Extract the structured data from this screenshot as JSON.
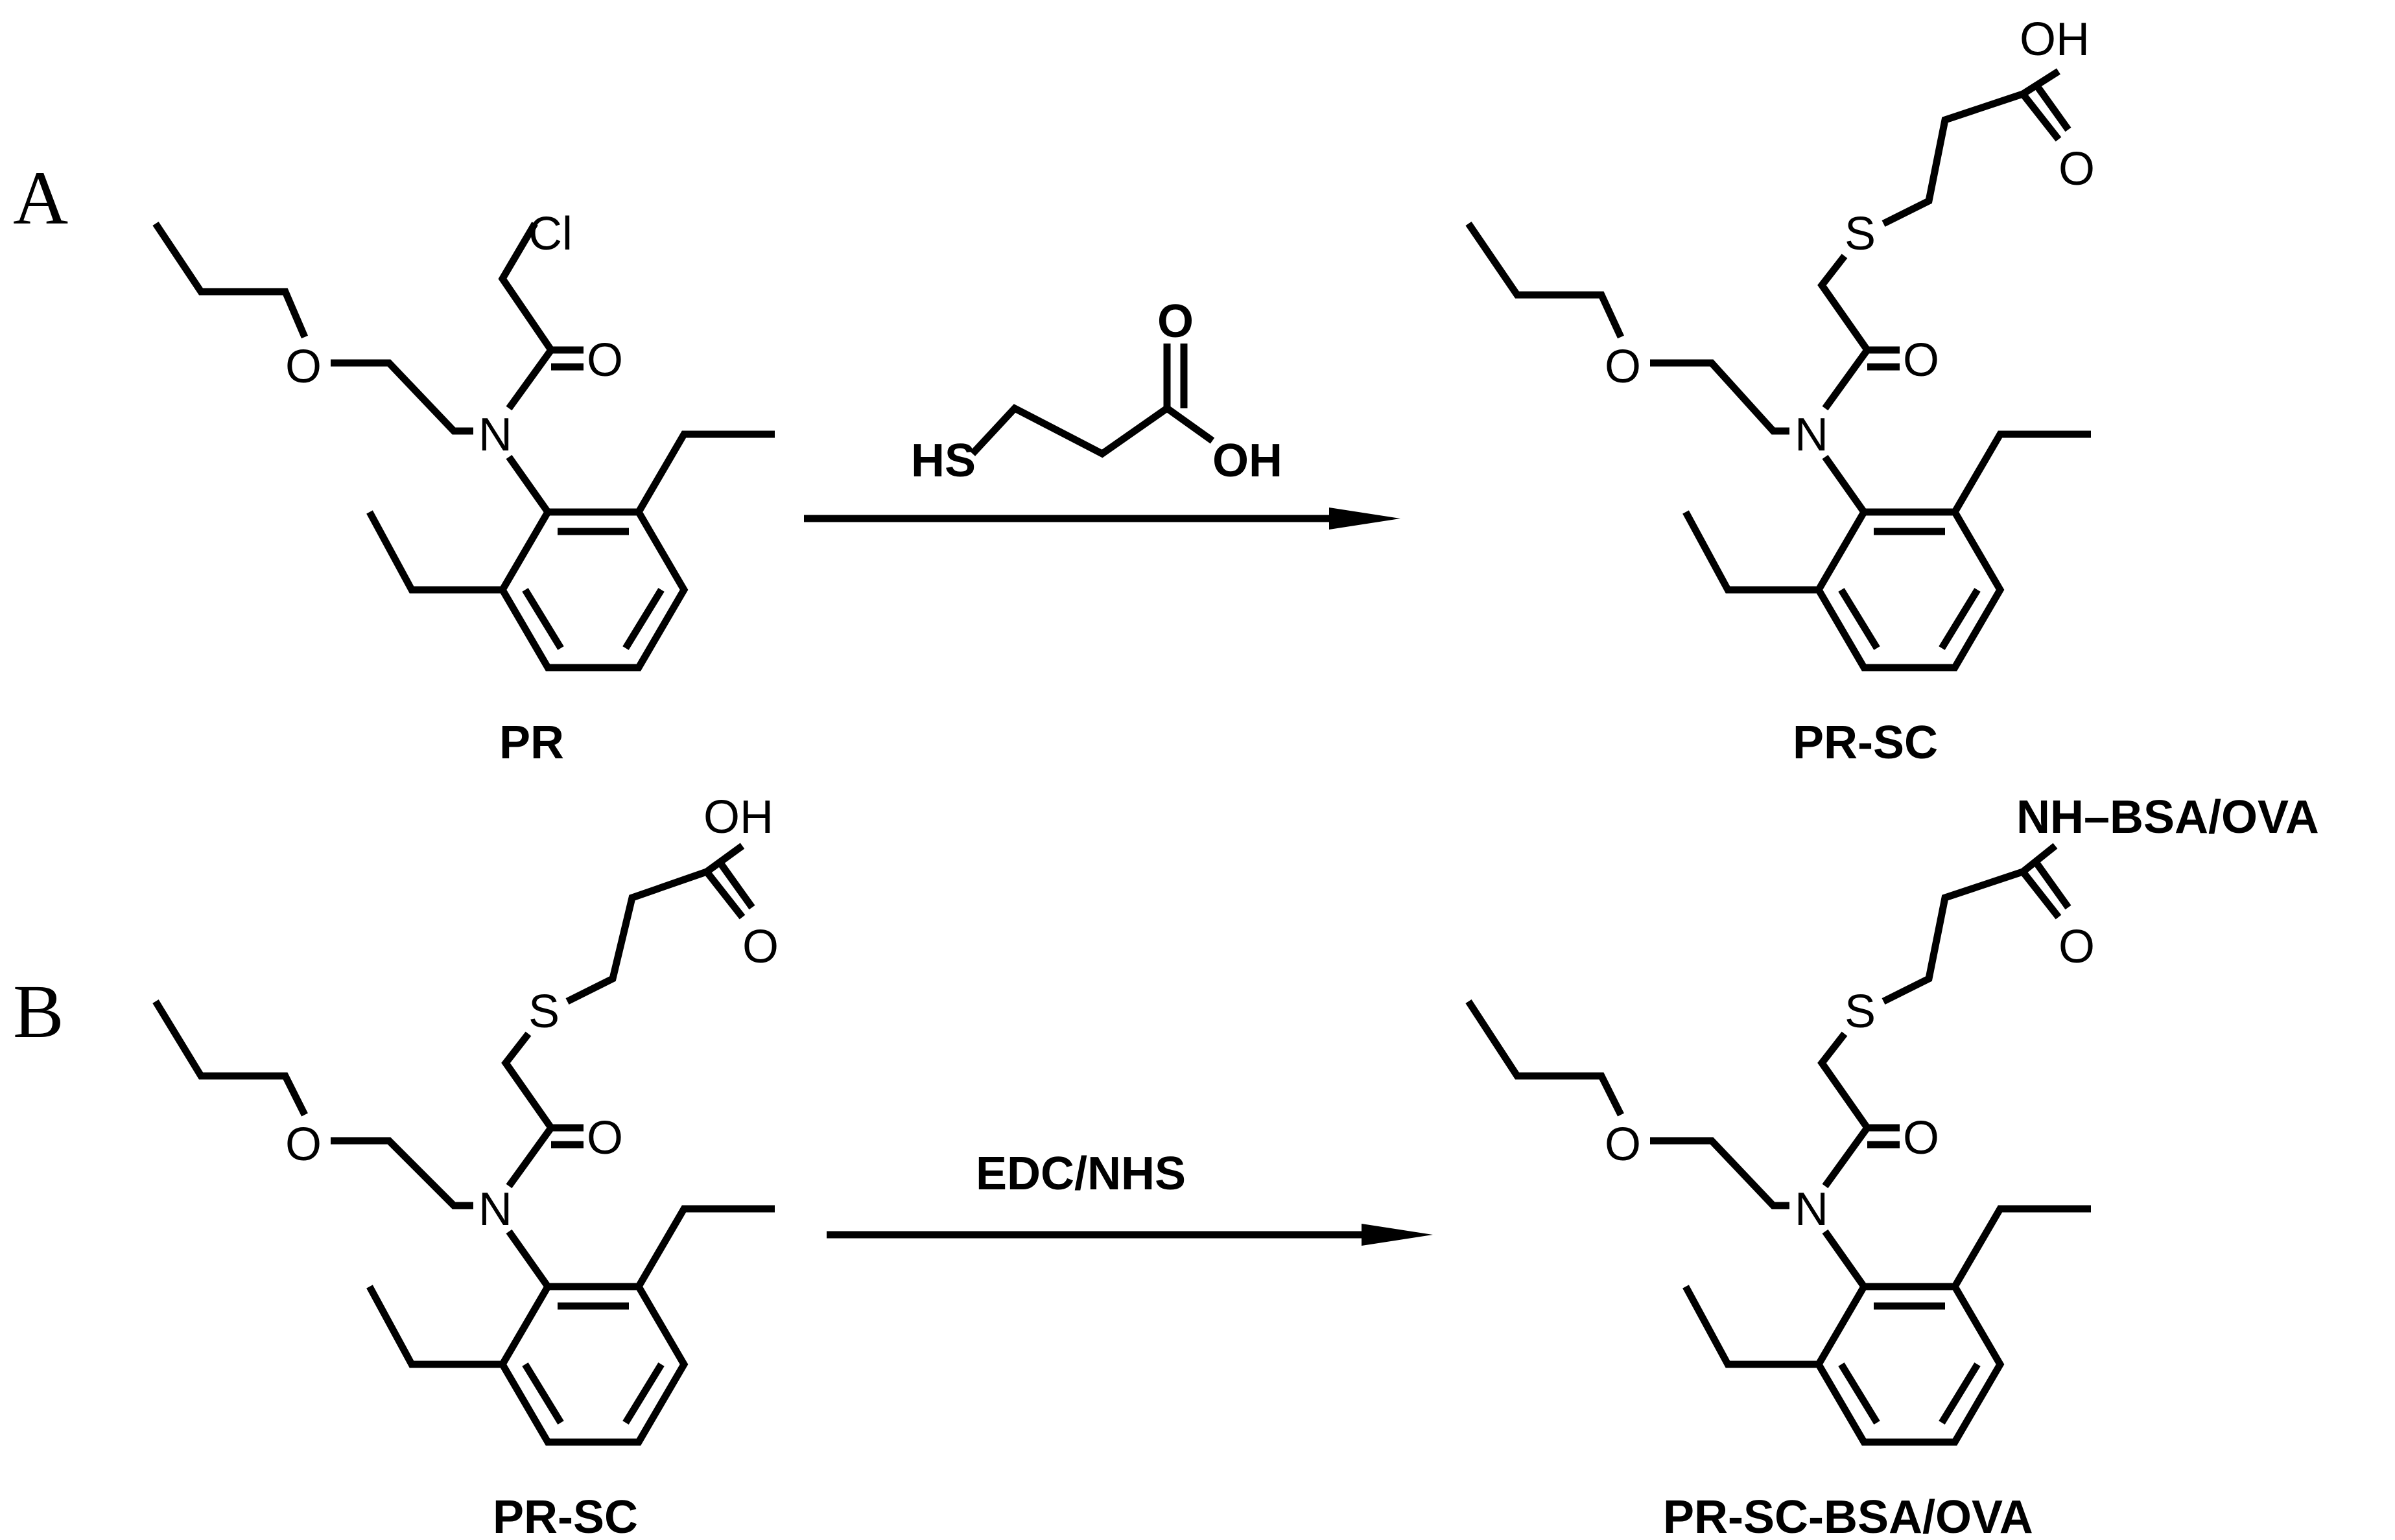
{
  "panels": {
    "a": "A",
    "b": "B"
  },
  "compounds": {
    "pr": "PR",
    "pr_sc_top": "PR-SC",
    "pr_sc_bottom": "PR-SC",
    "pr_sc_bsa": "PR-SC-BSA/OVA"
  },
  "atoms": {
    "cl": "Cl",
    "o": "O",
    "n": "N",
    "s": "S",
    "oh": "OH",
    "hs": "HS",
    "nh_bsa": "NH–BSA/OVA"
  },
  "reagents": {
    "a_hs": "HS",
    "a_oh": "OH",
    "a_o": "O",
    "b": "EDC/NHS"
  }
}
